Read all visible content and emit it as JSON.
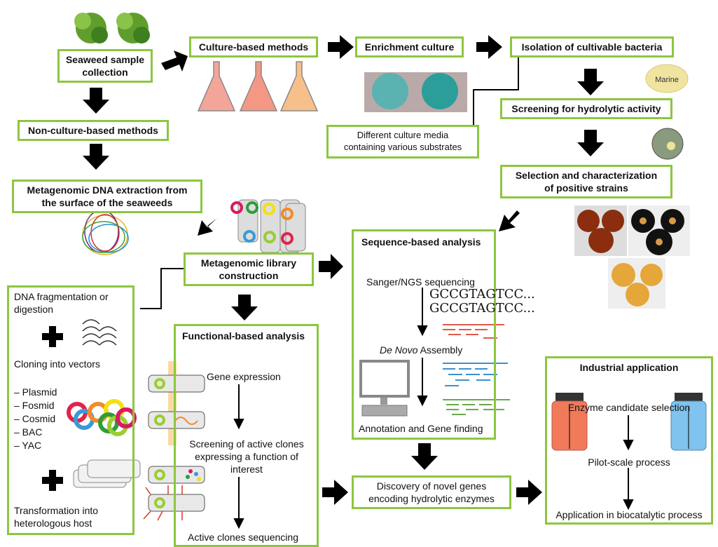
{
  "steps": {
    "seaweed": "Seaweed sample\ncollection",
    "culture_based": "Culture-based methods",
    "enrichment": "Enrichment culture",
    "isolation": "Isolation of cultivable bacteria",
    "screening": "Screening for hydrolytic activity",
    "selection": "Selection and characterization\nof positive strains",
    "culture_media": "Different culture media\ncontaining various substrates",
    "non_culture": "Non-culture-based methods",
    "dna_extraction": "Metagenomic DNA extraction from\nthe surface of the seaweeds",
    "library": "Metagenomic library\nconstruction",
    "discovery": "Discovery of novel genes\nencoding hydrolytic enzymes"
  },
  "plate_label": "Marine",
  "library_panel": {
    "fragmentation": "DNA fragmentation or\ndigestion",
    "cloning": "Cloning into vectors",
    "vectors": [
      "– Plasmid",
      "– Fosmid",
      "– Cosmid",
      "– BAC",
      "– YAC"
    ],
    "transformation": "Transformation into\nheterologous host"
  },
  "functional": {
    "title": "Functional-based analysis",
    "gene_expression": "Gene expression",
    "screening": "Screening of active clones\nexpressing a function of\ninterest",
    "sequencing": "Active clones sequencing"
  },
  "sequence": {
    "title": "Sequence-based analysis",
    "sanger": "Sanger/NGS sequencing",
    "seq_line1": "GCCGTAGTCC...",
    "seq_line2": "GCCGTAGTCC...",
    "de_novo_italic": "De Novo",
    "assembly": " Assembly",
    "annotation": "Annotation and Gene finding"
  },
  "industrial": {
    "title": "Industrial application",
    "enzyme": "Enzyme candidate selection",
    "pilot": "Pilot-scale process",
    "application": "Application in biocatalytic process"
  },
  "colors": {
    "box_border": "#8dc63f",
    "arrow": "#000000"
  }
}
